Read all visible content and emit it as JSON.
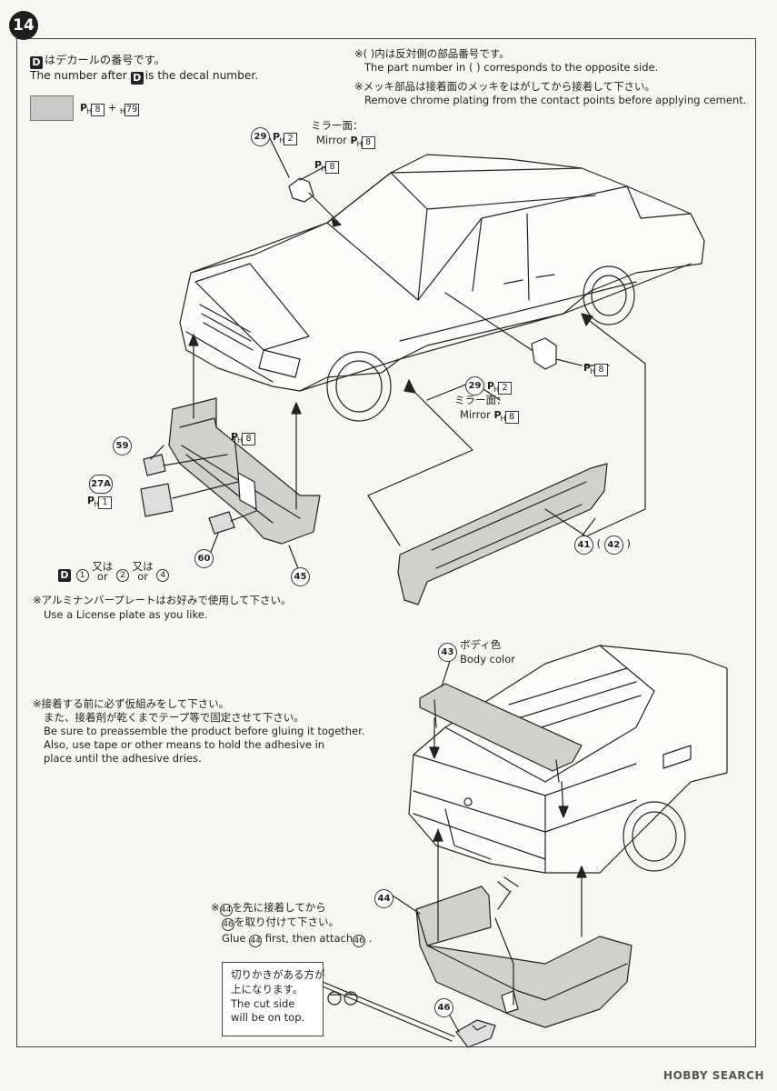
{
  "step": {
    "number": "14"
  },
  "decal_note": {
    "badge": "D",
    "jp": "はデカールの番号です。",
    "en_prefix": "The number after",
    "en_suffix": "is the decal number."
  },
  "color_key": {
    "paint_code1": "8",
    "plus": "+",
    "paint_code2": "79"
  },
  "opposite_note": {
    "jp": "※(  )内は反対側の部品番号です。",
    "en": "The part number in (   ) corresponds to the opposite side."
  },
  "chrome_note": {
    "jp": "※メッキ部品は接着面のメッキをはがしてから接着して下さい。",
    "en": "Remove chrome plating from the contact points before applying cement."
  },
  "mirror_top": {
    "part": "29",
    "paint": "2",
    "mirror_jp": "ミラー面：",
    "mirror_en": "Mirror",
    "mirror_paint": "8",
    "body_paint": "8"
  },
  "mirror_side": {
    "part": "29",
    "paint": "2",
    "mirror_jp": "ミラー面：",
    "mirror_en": "Mirror",
    "mirror_paint": "8",
    "body_paint": "8"
  },
  "front_bumper": {
    "part_59": "59",
    "part_27a": "27A",
    "plate_paint": "1",
    "bumper_paint": "8",
    "part_60": "60",
    "part_45": "45",
    "decal_line": {
      "badge": "D",
      "d1": "1",
      "d2": "2",
      "d4": "4",
      "or_jp": "又は",
      "or_en": "or"
    }
  },
  "side_skirt": {
    "part": "41",
    "opposite": "42"
  },
  "license_note": {
    "jp": "※アルミナンバープレートはお好みで使用して下さい。",
    "en": "Use a License plate as you like."
  },
  "preassemble_note": {
    "jp1": "※接着する前に必ず仮組みをして下さい。",
    "jp2": "また、接着剤が乾くまでテープ等で固定させて下さい。",
    "en1": "Be sure to preassemble the product before gluing it together.",
    "en2": "Also, use tape or other means to hold the adhesive in",
    "en3": "place until the adhesive dries."
  },
  "spoiler": {
    "part": "43",
    "color_jp": "ボディ色",
    "color_en": "Body color"
  },
  "rear_bumper": {
    "part_44": "44",
    "part_46": "46",
    "glue_jp1": "を先に接着してから",
    "glue_jp2": "を取り付けて下さい。",
    "glue_en_a": "Glue",
    "glue_en_b": "first, then attach",
    "marker": "※"
  },
  "cut_note": {
    "jp1": "切りかきがある方が",
    "jp2": "上になります。",
    "en1": "The cut side",
    "en2": "will be on top."
  },
  "watermark": "HOBBY SEARCH"
}
